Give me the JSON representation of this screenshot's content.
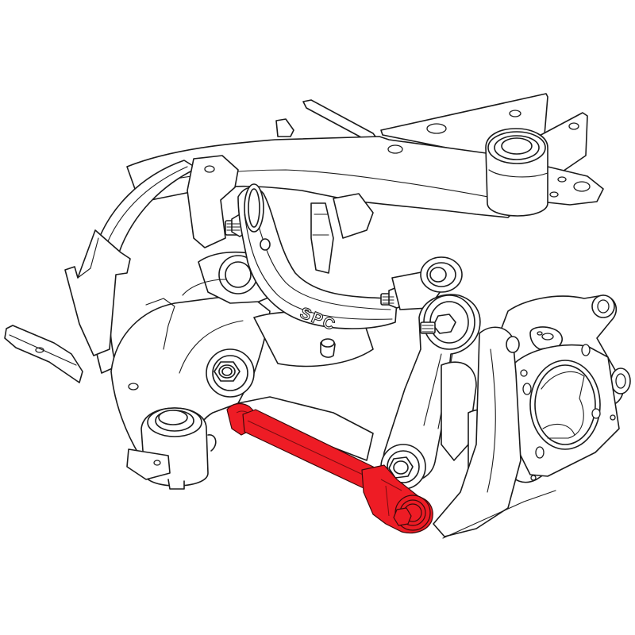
{
  "diagram": {
    "subject": "Rear suspension assembly line drawing",
    "background_color": "#ffffff",
    "line_color": "#1a1a1a",
    "highlight_color": "#ee1c25",
    "highlighted_part": "Adjustable rear lower control arm (toe/camber link)",
    "embossed_text": "SPC",
    "components": [
      {
        "id": "subframe",
        "label": "Rear subframe / crossmember"
      },
      {
        "id": "frame-bushing-right",
        "label": "Subframe mount bushing (right)"
      },
      {
        "id": "dust-shield",
        "label": "Brake backing plate / dust shield"
      },
      {
        "id": "trailing-arm",
        "label": "Trailing arm / lower arm"
      },
      {
        "id": "lower-bushing-left",
        "label": "Lower arm bushing (left)"
      },
      {
        "id": "upper-control-arm",
        "label": "Upper control arm (SPC embossed)"
      },
      {
        "id": "vertical-link",
        "label": "Vertical link / toe arm"
      },
      {
        "id": "knuckle",
        "label": "Rear knuckle / hub carrier"
      },
      {
        "id": "red-arm",
        "label": "Highlighted adjustable arm"
      }
    ]
  }
}
